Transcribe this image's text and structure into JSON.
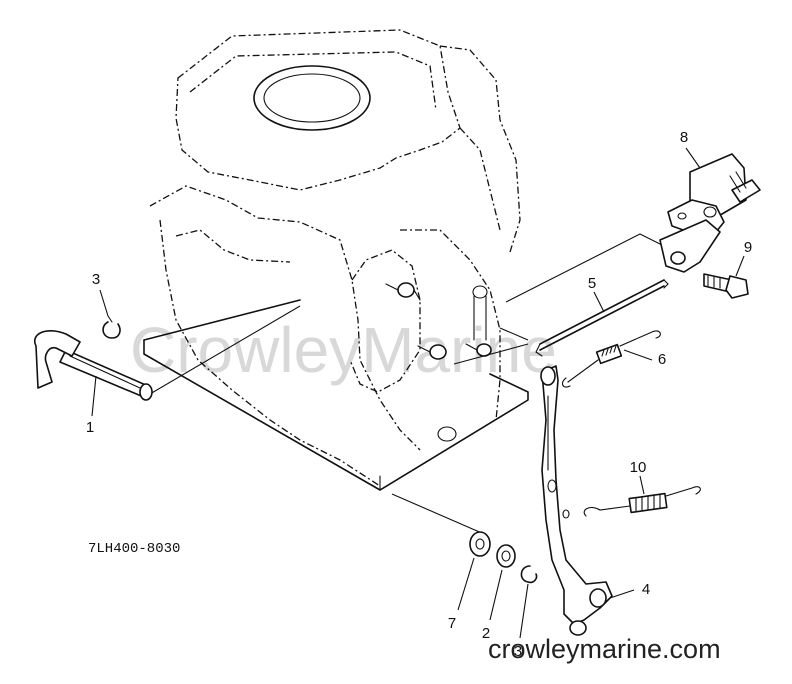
{
  "diagram": {
    "reference_code": "7LH400-8030",
    "watermark": "CrowleyMarine",
    "site": "crowleymarine.com",
    "callouts": [
      {
        "id": "c1",
        "label": "1"
      },
      {
        "id": "c2",
        "label": "2"
      },
      {
        "id": "c3a",
        "label": "3"
      },
      {
        "id": "c3b",
        "label": "3"
      },
      {
        "id": "c4",
        "label": "4"
      },
      {
        "id": "c5",
        "label": "5"
      },
      {
        "id": "c6",
        "label": "6"
      },
      {
        "id": "c7",
        "label": "7"
      },
      {
        "id": "c8",
        "label": "8"
      },
      {
        "id": "c9",
        "label": "9"
      },
      {
        "id": "c10",
        "label": "10"
      }
    ]
  }
}
